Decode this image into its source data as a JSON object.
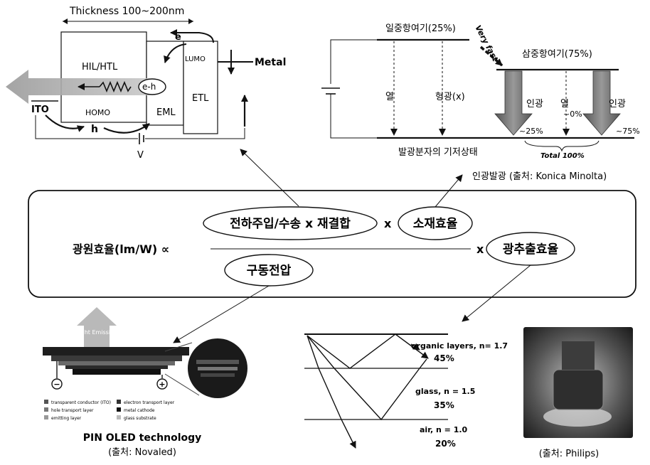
{
  "oled_structure": {
    "thickness": "Thickness 100~200nm",
    "hil_htl": "HIL/HTL",
    "homo": "HOMO",
    "eml": "EML",
    "lumo": "LUMO",
    "etl": "ETL",
    "metal": "Metal",
    "ito": "ITO",
    "e": "e",
    "h": "h",
    "eh": "e-h",
    "v": "V"
  },
  "energy_diagram": {
    "singlet": "일중항여기(25%)",
    "very_fast": "Very fast",
    "triplet": "삼중항여기(75%)",
    "heat": "열",
    "fluorescence": "형광(x)",
    "phosphorescence": "인광",
    "heat_0": "열",
    "pct_0": "~0%",
    "pct_25": "~25%",
    "pct_75": "~75%",
    "total": "Total  100%",
    "ground": "발광분자의 기저상태",
    "caption": "인광발광 (출처: Konica Minolta)"
  },
  "formula": {
    "lhs": "광원효율(lm/W) ∝",
    "term_injection": "전하주입/수송 x 재결합",
    "times1": "x",
    "term_material": "소재효율",
    "times2": "x",
    "term_outcoupling": "광추출효율",
    "term_voltage": "구동전압"
  },
  "pin_oled": {
    "light_emission": "Light Emission",
    "legend": [
      "transparent conductor (ITO)",
      "hole transport layer",
      "emitting layer",
      "electron transport layer",
      "metal cathode",
      "glass substrate"
    ],
    "minus": "−",
    "plus": "+",
    "caption1": "PIN OLED technology",
    "caption2": "(출처: Novaled)"
  },
  "outcoupling": {
    "organic": "organic layers, n= 1.7",
    "organic_pct": "45%",
    "glass": "glass, n = 1.5",
    "glass_pct": "35%",
    "air": "air, n = 1.0",
    "air_pct": "20%"
  },
  "philips": {
    "caption": "(출처: Philips)"
  }
}
